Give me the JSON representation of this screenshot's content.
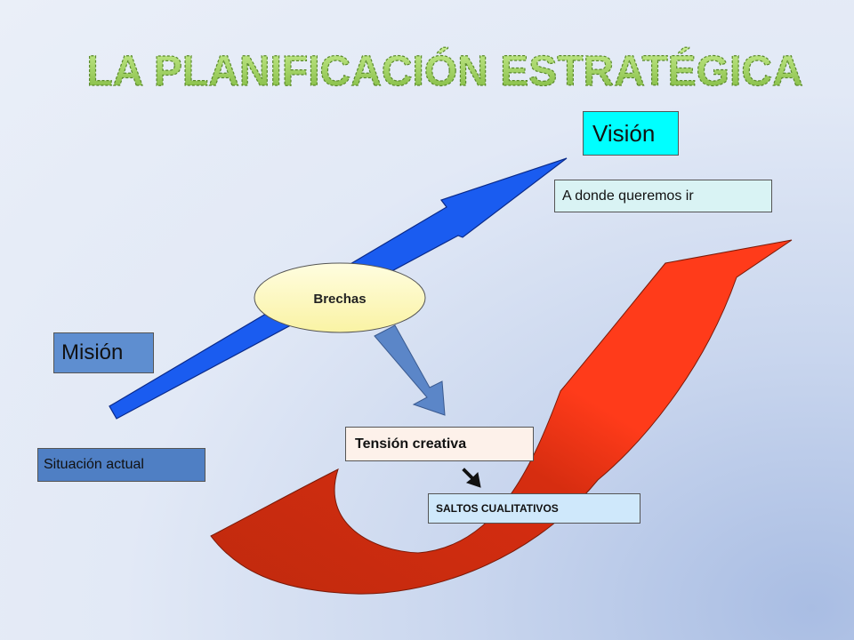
{
  "title": "LA PLANIFICACIÓN ESTRATÉGICA",
  "labels": {
    "vision": "Visión",
    "vision_desc": "A donde queremos ir",
    "mision": "Misión",
    "situacion": "Situación actual",
    "brechas": "Brechas",
    "tension": "Tensión creativa",
    "saltos": "SALTOS CUALITATIVOS"
  },
  "colors": {
    "title_fill": "#9ad15a",
    "title_stroke": "#5a8a2c",
    "blue_arrow": "#1a5cf0",
    "vision_box": "#00ffff",
    "vision_desc_box": "#d9f3f4",
    "mision_box": "#5e8ed0",
    "situacion_box": "#4f7fc4",
    "brechas_ellipse": "#fefac0",
    "down_arrow": "#5b86c8",
    "tension_box": "#fdf1ea",
    "saltos_box": "#cfe8fb",
    "red_arrow_light": "#ff3b1a",
    "red_arrow_dark": "#c12a10"
  }
}
